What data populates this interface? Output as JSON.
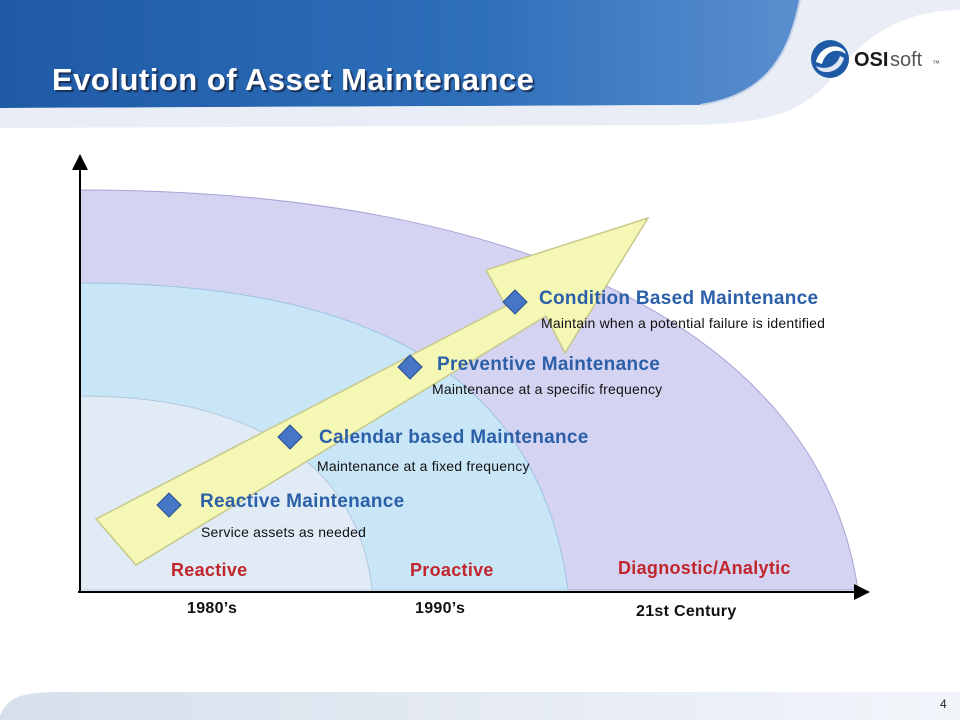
{
  "slide": {
    "title": "Evolution of Asset Maintenance",
    "page_number": "4"
  },
  "logo": {
    "text_bold": "OSI",
    "text_light": "soft",
    "trademark": "™"
  },
  "stages": [
    {
      "title": "Reactive Maintenance",
      "description": "Service assets as needed"
    },
    {
      "title": "Calendar based Maintenance",
      "description": "Maintenance at a fixed frequency"
    },
    {
      "title": "Preventive Maintenance",
      "description": "Maintenance at a specific frequency"
    },
    {
      "title": "Condition Based Maintenance",
      "description": "Maintain when a potential failure is identified"
    }
  ],
  "eras": [
    {
      "label": "Reactive",
      "period": "1980’s"
    },
    {
      "label": "Proactive",
      "period": "1990’s"
    },
    {
      "label": "Diagnostic/Analytic",
      "period": "21st Century"
    }
  ],
  "colors": {
    "header_blue": "#1d5ca8",
    "title_text": "#ffffff",
    "stage_title": "#2b5fa8",
    "era_label": "#c0262c",
    "arc_reactive": "#e1ebf5",
    "arc_proactive": "#c9e6f6",
    "arc_analytic": "#d5d3f2",
    "arrow_fill": "#f5f7b5",
    "marker": "#4776c6"
  },
  "icons": {
    "stage_marker": "diamond-marker-icon",
    "logo": "osisoft-swirl-logo"
  }
}
